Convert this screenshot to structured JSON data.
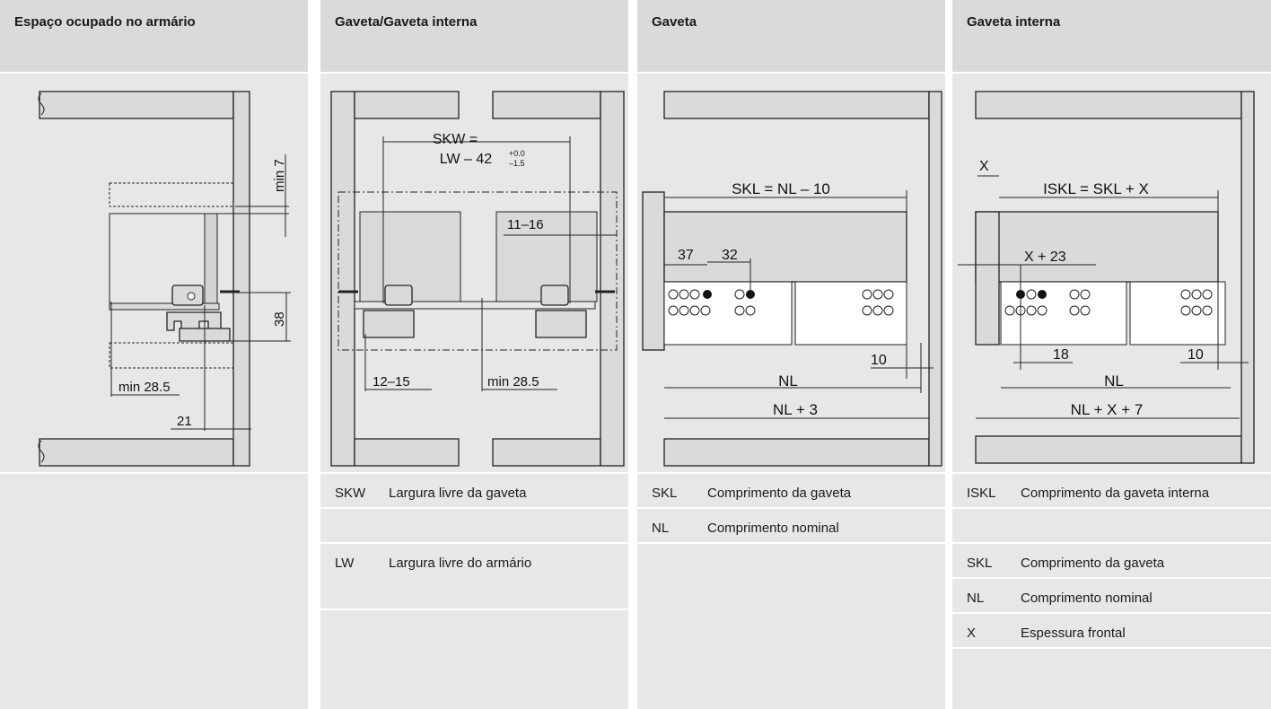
{
  "columns": [
    {
      "title": "Espaço ocupado no armário",
      "dims": {
        "min7": "min 7",
        "d38": "38",
        "min285": "min 28.5",
        "d21": "21"
      },
      "legend": []
    },
    {
      "title": "Gaveta/Gaveta interna",
      "dims": {
        "skw1": "SKW =",
        "skw2": "LW – 42",
        "tol_up": "+0.0",
        "tol_dn": "–1.5",
        "d1116": "11–16",
        "d1215": "12–15",
        "min285": "min 28.5"
      },
      "legend": [
        {
          "abbr": "SKW",
          "text": "Largura livre da gaveta"
        },
        {
          "abbr": "",
          "text": ""
        },
        {
          "abbr": "LW",
          "text": "Largura livre do armário"
        }
      ]
    },
    {
      "title": "Gaveta",
      "dims": {
        "skl": "SKL = NL – 10",
        "d37": "37",
        "d32": "32",
        "d10": "10",
        "nl": "NL",
        "nl3": "NL + 3"
      },
      "legend": [
        {
          "abbr": "SKL",
          "text": "Comprimento da gaveta"
        },
        {
          "abbr": "NL",
          "text": "Comprimento nominal"
        }
      ]
    },
    {
      "title": "Gaveta interna",
      "dims": {
        "x": "X",
        "iskl": "ISKL = SKL + X",
        "x23": "X + 23",
        "d18": "18",
        "d10": "10",
        "nl": "NL",
        "nlx7": "NL + X + 7"
      },
      "legend": [
        {
          "abbr": "ISKL",
          "text": "Comprimento da gaveta interna"
        },
        {
          "abbr": "",
          "text": ""
        },
        {
          "abbr": "SKL",
          "text": "Comprimento da gaveta"
        },
        {
          "abbr": "NL",
          "text": "Comprimento nominal"
        },
        {
          "abbr": "X",
          "text": "Espessura frontal"
        }
      ]
    }
  ]
}
